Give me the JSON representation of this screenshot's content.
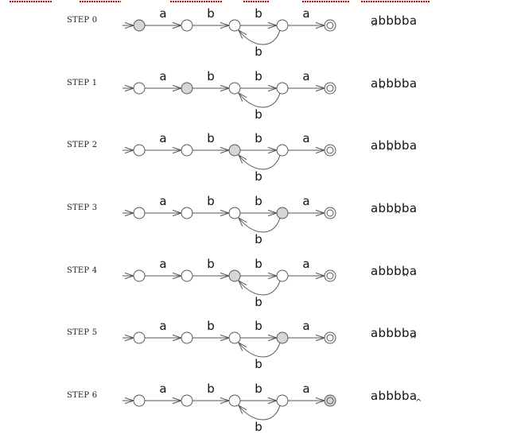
{
  "diagram": {
    "transition_labels": {
      "t01": "a",
      "t12": "b",
      "t23": "b",
      "t32": "b",
      "t34": "a"
    },
    "colors": {
      "active_state": "#d6d6d6",
      "inactive_state": "#ffffff",
      "stroke": "#555555",
      "top_decoration": "#cc0000"
    },
    "steps": [
      {
        "label": "STEP 0",
        "active": [
          0
        ],
        "tape": "abbbba",
        "cursor": 0
      },
      {
        "label": "STEP 1",
        "active": [
          1
        ],
        "tape": "abbbba",
        "cursor": 1
      },
      {
        "label": "STEP 2",
        "active": [
          2
        ],
        "tape": "abbbba",
        "cursor": 2
      },
      {
        "label": "STEP 3",
        "active": [
          3
        ],
        "tape": "abbbba",
        "cursor": 3
      },
      {
        "label": "STEP 4",
        "active": [
          2
        ],
        "tape": "abbbba",
        "cursor": 4
      },
      {
        "label": "STEP 5",
        "active": [
          3
        ],
        "tape": "abbbba",
        "cursor": 5
      },
      {
        "label": "STEP 6",
        "active": [
          4
        ],
        "tape": "abbbba",
        "cursor": 6
      }
    ]
  }
}
